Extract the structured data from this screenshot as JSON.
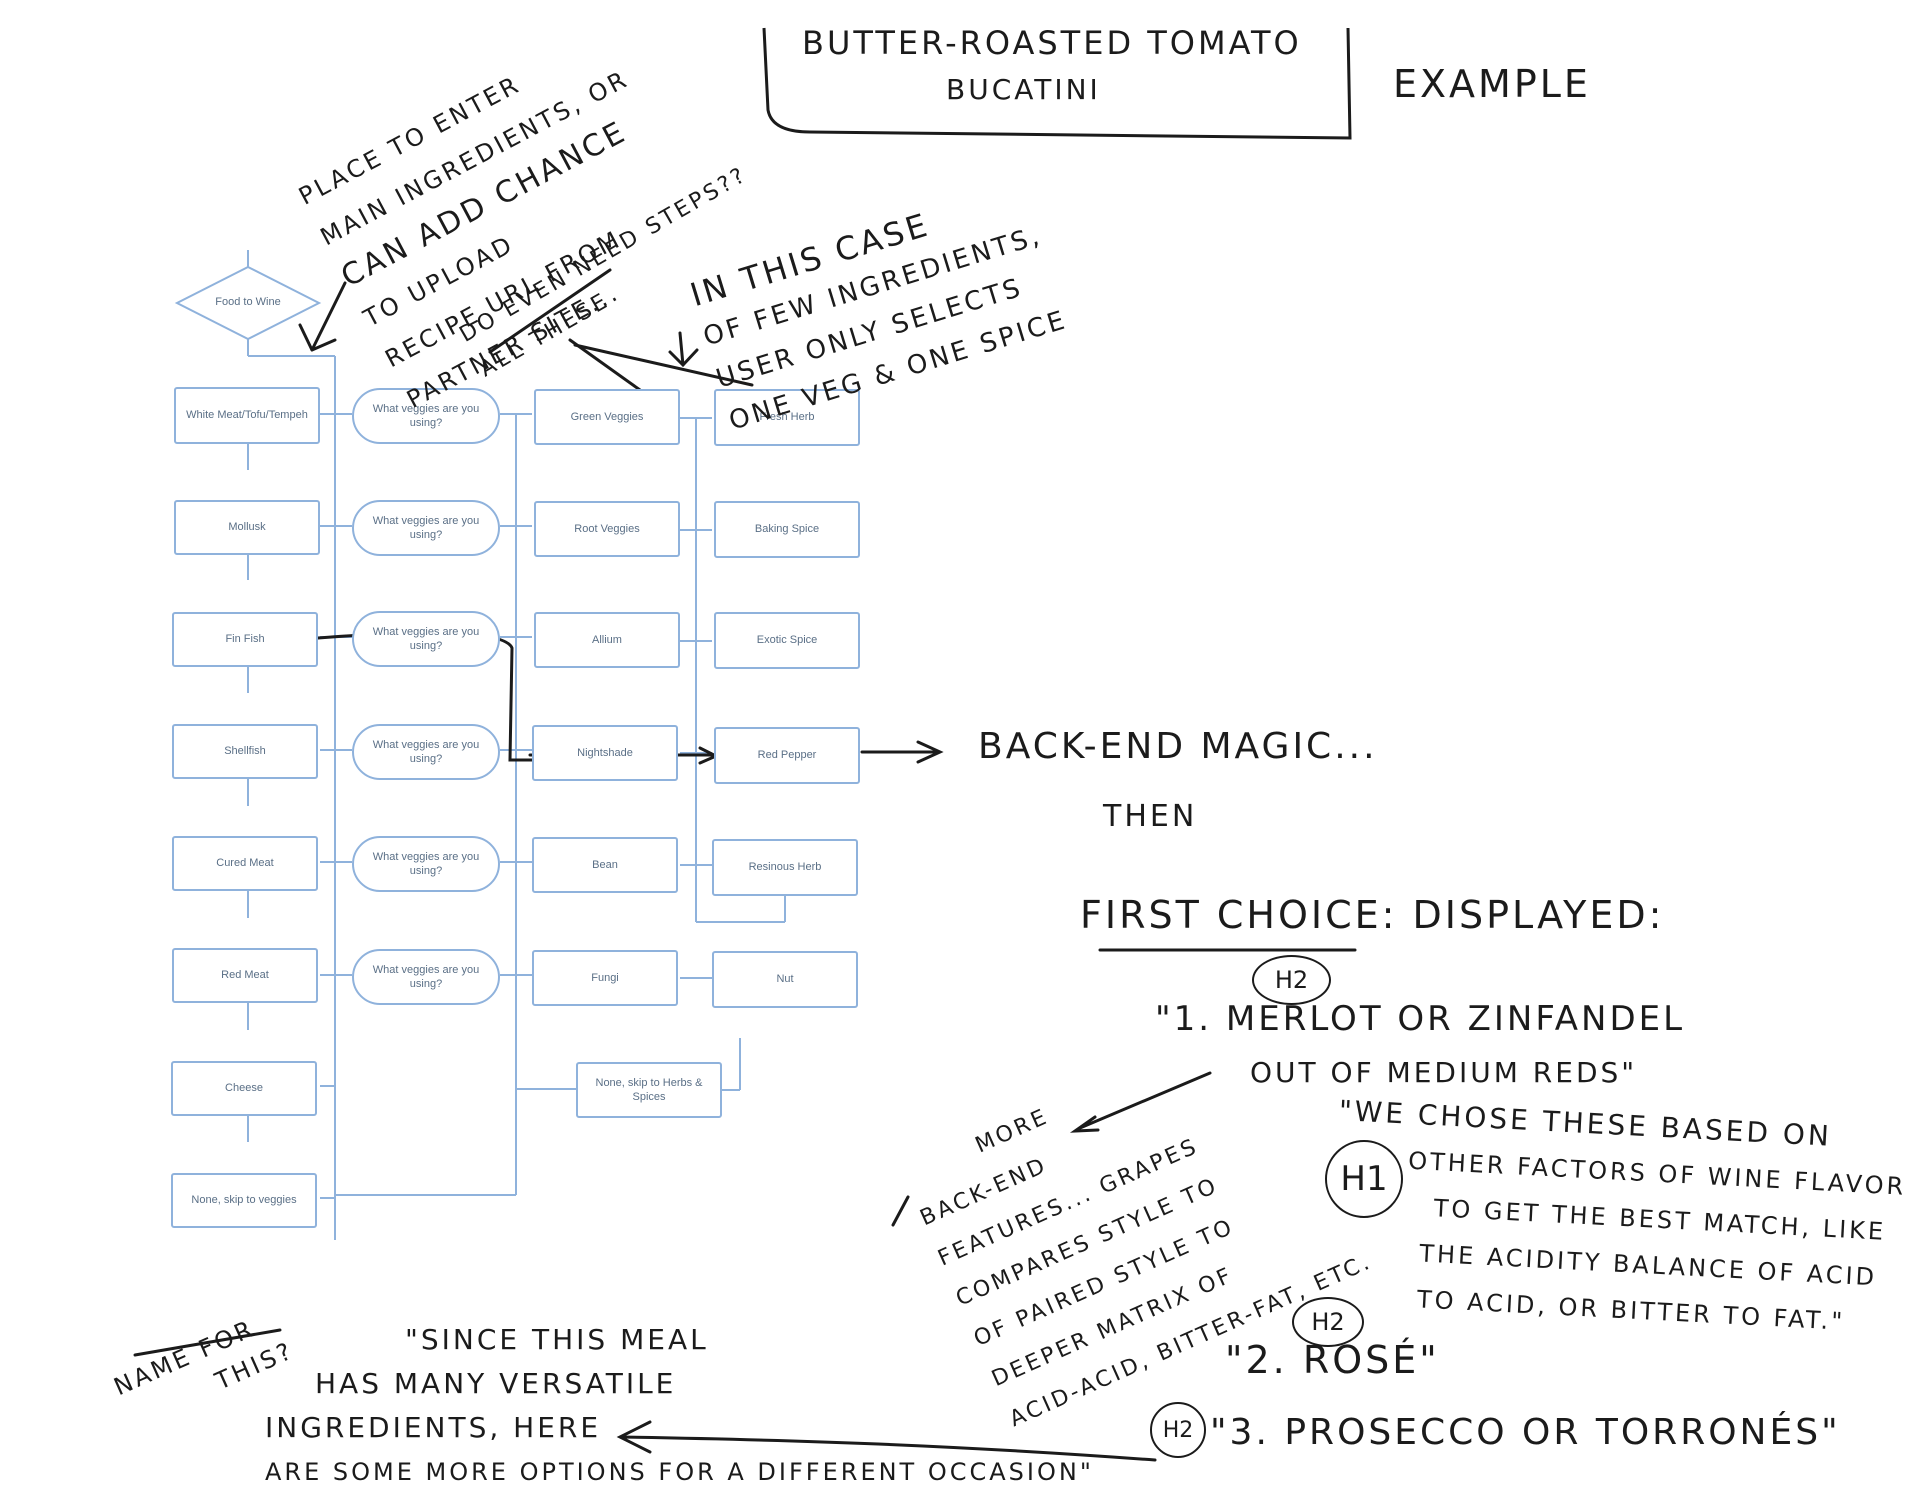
{
  "title_box": {
    "line1": "BUTTER-ROASTED TOMATO",
    "line2": "BUCATINI"
  },
  "example_label": "EXAMPLE",
  "flowchart": {
    "start": "Food to Wine",
    "proteins": [
      "White Meat/Tofu/Tempeh",
      "Mollusk",
      "Fin Fish",
      "Shellfish",
      "Cured Meat",
      "Red Meat",
      "Cheese",
      "None, skip to veggies"
    ],
    "question": "What veggies are you using?",
    "veggies": [
      "Green Veggies",
      "Root Veggies",
      "Allium",
      "Nightshade",
      "Bean",
      "Fungi",
      "None, skip to Herbs & Spices"
    ],
    "herbs": [
      "Fresh Herb",
      "Baking Spice",
      "Exotic Spice",
      "Red Pepper",
      "Resinous Herb",
      "Nut"
    ]
  },
  "notes": {
    "ingredients_note": [
      "PLACE TO ENTER",
      "MAIN INGREDIENTS, OR",
      "CAN ADD CHANCE",
      "TO UPLOAD",
      "RECIPE URL FROM",
      "PARTNER SITE..."
    ],
    "steps_note": [
      "DO EVEN NEED STEPS??",
      "ALL THESE"
    ],
    "case_note": [
      "IN THIS CASE",
      "OF FEW INGREDIENTS,",
      "USER ONLY SELECTS",
      "ONE VEG & ONE SPICE"
    ],
    "backend_note": [
      "BACK-END MAGIC...",
      "THEN"
    ],
    "first_choice": "FIRST CHOICE: DISPLAYED:",
    "choice1": [
      "\"1. MERLOT OR ZINFANDEL",
      "OUT OF MEDIUM REDS\""
    ],
    "quote": [
      "\"WE CHOSE THESE BASED ON",
      "OTHER FACTORS OF WINE FLAVOR",
      "TO GET THE BEST MATCH, LIKE",
      "THE ACIDITY BALANCE OF ACID",
      "TO ACID, OR BITTER TO FAT.\""
    ],
    "more_backend": [
      "MORE",
      "BACK-END",
      "FEATURES... GRAPES",
      "COMPARES STYLE TO",
      "OF PAIRED STYLE TO",
      "DEEPER MATRIX OF",
      "ACID-ACID, BITTER-FAT, ETC."
    ],
    "choice2": "\"2. ROSÉ\"",
    "choice3": "\"3. PROSECCO OR TORRONÉS\"",
    "name_note": [
      "NAME FOR",
      "THIS?"
    ],
    "since": [
      "\"SINCE THIS MEAL",
      "HAS MANY VERSATILE",
      "INGREDIENTS, HERE",
      "ARE SOME MORE OPTIONS FOR A DIFFERENT OCCASION\""
    ],
    "h1": "H1",
    "h2": "H2"
  }
}
